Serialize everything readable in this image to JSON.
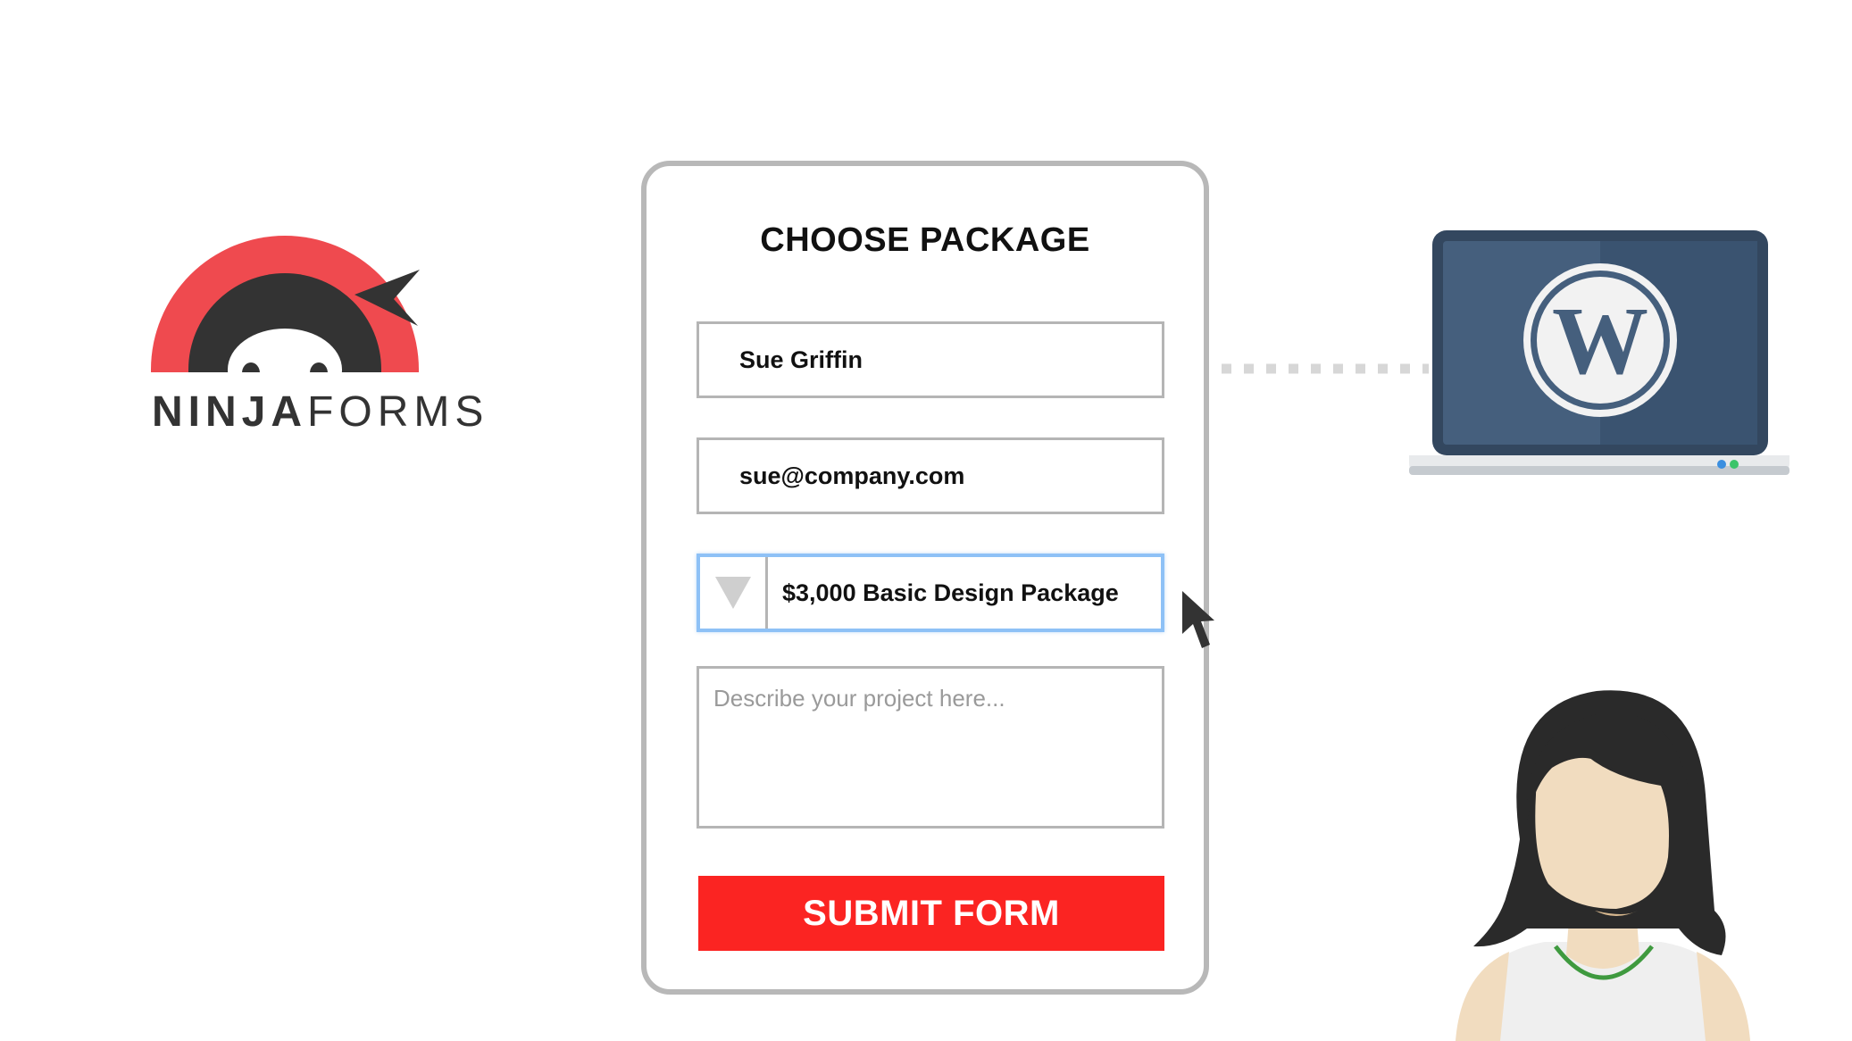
{
  "logo": {
    "word_bold": "NINJA",
    "word_light": "FORMS",
    "colors": {
      "red": "#ef4a4f",
      "dark": "#333333"
    }
  },
  "form": {
    "title": "CHOOSE PACKAGE",
    "name_value": "Sue Griffin",
    "email_value": "sue@company.com",
    "package_value": "$3,000 Basic Design Package",
    "description_placeholder": "Describe your project here...",
    "submit_label": "SUBMIT FORM",
    "colors": {
      "submit": "#fb2422",
      "focus": "#8ec1f6",
      "border": "#b5b5b5"
    }
  },
  "laptop": {
    "screen_icon": "wordpress-logo-icon",
    "colors": {
      "screen": "#455f7d",
      "bezel": "#33475f",
      "base": "#e8eaec"
    }
  },
  "person": {
    "icon": "woman-avatar-icon"
  }
}
